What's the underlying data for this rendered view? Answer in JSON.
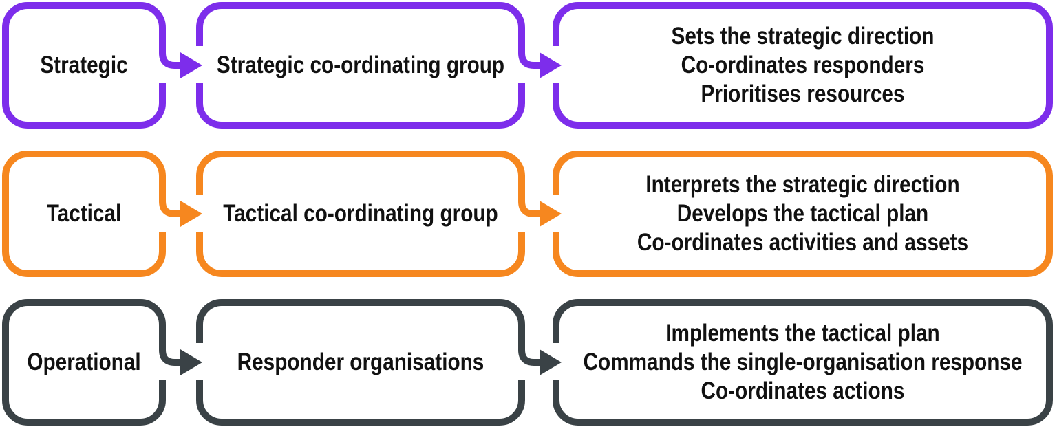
{
  "colors": {
    "strategic": "#7D2DEB",
    "tactical": "#F6871F",
    "operational": "#3A4246",
    "text": "#111111",
    "background": "#FFFFFF"
  },
  "icons": {
    "connector": "elbow-arrow-right-icon"
  },
  "rows": [
    {
      "level": "Strategic",
      "group": "Strategic co-ordinating group",
      "responsibilities": [
        "Sets the strategic direction",
        "Co-ordinates responders",
        "Prioritises resources"
      ]
    },
    {
      "level": "Tactical",
      "group": "Tactical co-ordinating group",
      "responsibilities": [
        "Interprets the strategic direction",
        "Develops the tactical plan",
        "Co-ordinates activities and assets"
      ]
    },
    {
      "level": "Operational",
      "group": "Responder organisations",
      "responsibilities": [
        "Implements the tactical plan",
        "Commands the single-organisation response",
        "Co-ordinates actions"
      ]
    }
  ]
}
